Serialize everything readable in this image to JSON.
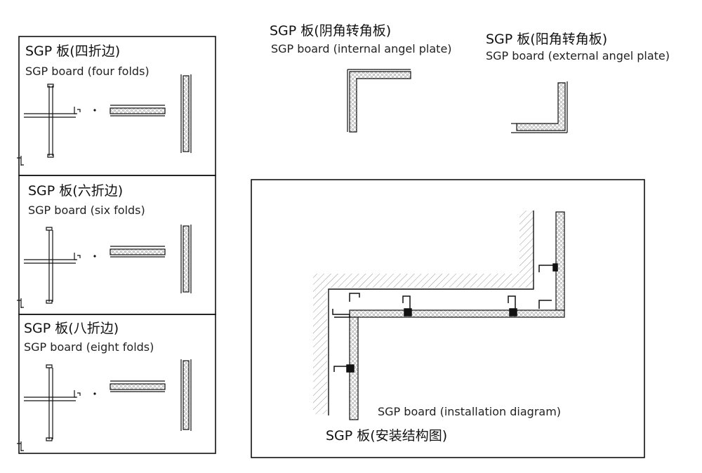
{
  "four_folds": {
    "cn": "SGP 板(四折边)",
    "en": "SGP board (four folds)"
  },
  "six_folds": {
    "cn": "SGP 板(六折边)",
    "en": "SGP board (six folds)"
  },
  "eight_folds": {
    "cn": "SGP 板(八折边)",
    "en": "SGP board (eight folds)"
  },
  "internal_angle": {
    "cn": "SGP 板(阴角转角板)",
    "en": "SGP board (internal angel plate)"
  },
  "external_angle": {
    "cn": "SGP 板(阳角转角板)",
    "en": "SGP board (external angel plate)"
  },
  "installation": {
    "en": "SGP board (installation diagram)",
    "cn": "SGP 板(安装结构图)"
  }
}
